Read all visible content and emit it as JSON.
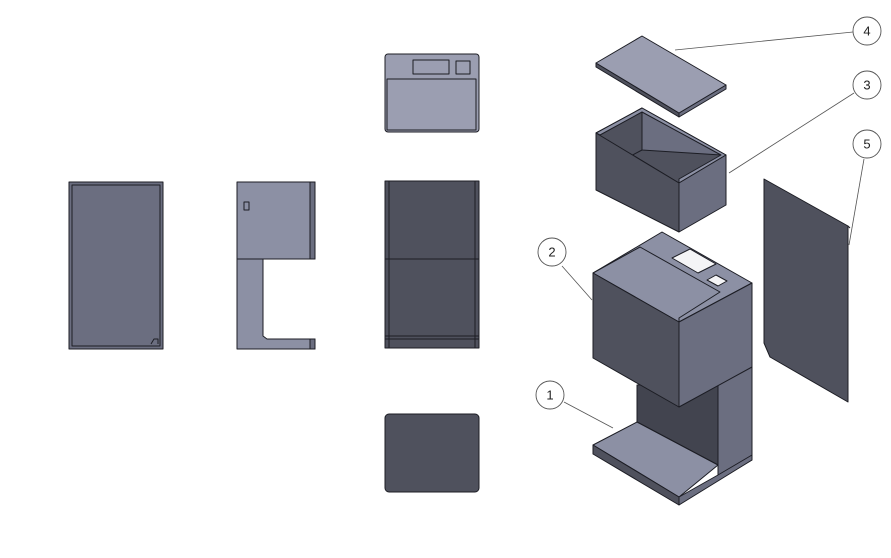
{
  "drawing": {
    "views": [
      "left-view",
      "right-view",
      "top-view",
      "front-view",
      "bottom-view",
      "isometric-exploded-view"
    ],
    "colors": {
      "light_face": "#8c90a4",
      "top_face": "#9b9eb1",
      "mid_face": "#6b6e80",
      "dark_face": "#4f515d",
      "outline": "#1c1d24"
    },
    "balloons": [
      {
        "label": "1"
      },
      {
        "label": "2"
      },
      {
        "label": "3"
      },
      {
        "label": "4"
      },
      {
        "label": "5"
      }
    ]
  }
}
